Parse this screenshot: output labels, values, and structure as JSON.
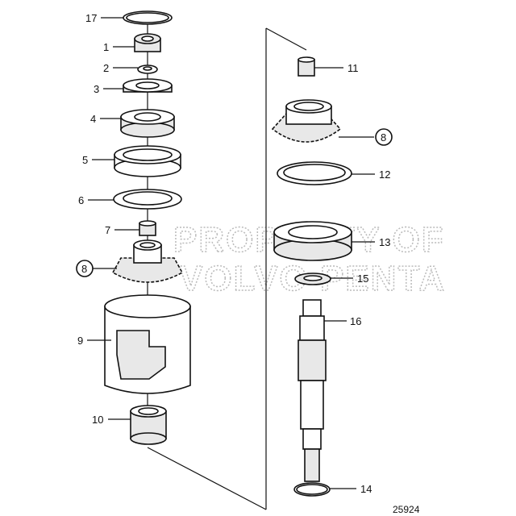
{
  "diagram": {
    "watermark": {
      "line1": "PROPERTY OF",
      "line2": "VOLVO PENTA"
    },
    "reference_number": "25924",
    "callouts": {
      "c17": "17",
      "c1": "1",
      "c2": "2",
      "c3": "3",
      "c4": "4",
      "c5": "5",
      "c6": "6",
      "c7": "7",
      "c8a": "8",
      "c9": "9",
      "c10": "10",
      "c11": "11",
      "c8b": "8",
      "c12": "12",
      "c13": "13",
      "c15": "15",
      "c16": "16",
      "c14": "14"
    }
  }
}
